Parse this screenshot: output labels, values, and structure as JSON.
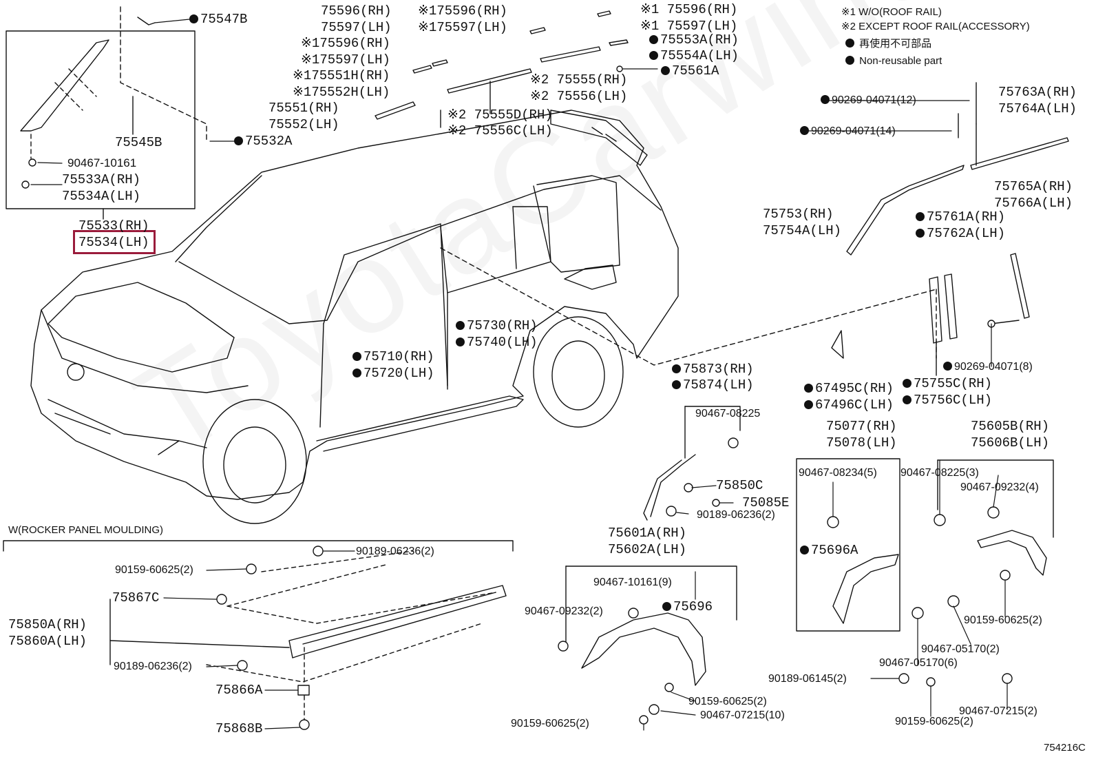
{
  "diagram_code": "754216C",
  "watermark": "ToyotaCarwine.ru",
  "legend": {
    "note1": "※1 W/O(ROOF RAIL)",
    "note2": "※2 EXCEPT ROOF RAIL(ACCESSORY)",
    "non_reusable_jp": "再使用不可部品",
    "non_reusable_en": "Non-reusable part"
  },
  "rocker_section_title": "W(ROCKER PANEL MOULDING)",
  "selected_part": "75534(LH)",
  "parts": {
    "p75547B": "75547B",
    "p75545B": "75545B",
    "p9046710161a": "90467-10161",
    "p75533A": "75533A(RH)",
    "p75534A": "75534A(LH)",
    "p75533": "75533(RH)",
    "p75534": "75534(LH)",
    "p75532A": "75532A",
    "p75596a": "75596(RH)",
    "p75597a": "75597(LH)",
    "p75596b": "※175596(RH)",
    "p75597b": "※175597(LH)",
    "p75596c": "※175596(RH)",
    "p75597c": "※175597(LH)",
    "p75551H": "※175551H(RH)",
    "p75552H": "※175552H(LH)",
    "p75551": "75551(RH)",
    "p75552": "75552(LH)",
    "p75596d": "※1 75596(RH)",
    "p75597d": "※1 75597(LH)",
    "p75553A": "75553A(RH)",
    "p75554A": "75554A(LH)",
    "p75561A": "75561A",
    "p75555": "※2 75555(RH)",
    "p75556": "※2 75556(LH)",
    "p75555D": "※2 75555D(RH)",
    "p75556C": "※2 75556C(LH)",
    "p90269_12": "90269-04071(12)",
    "p90269_14": "90269-04071(14)",
    "p75763A": "75763A(RH)",
    "p75764A": "75764A(LH)",
    "p75765A": "75765A(RH)",
    "p75766A": "75766A(LH)",
    "p75753": "75753(RH)",
    "p75754A": "75754A(LH)",
    "p75761A": "75761A(RH)",
    "p75762A": "75762A(LH)",
    "p75730": "75730(RH)",
    "p75740": "75740(LH)",
    "p75710": "75710(RH)",
    "p75720": "75720(LH)",
    "p90269_8": "90269-04071(8)",
    "p75873": "75873(RH)",
    "p75874": "75874(LH)",
    "p67495C": "67495C(RH)",
    "p67496C": "67496C(LH)",
    "p75755C": "75755C(RH)",
    "p75756C": "75756C(LH)",
    "p9046708225a": "90467-08225",
    "p75077": "75077(RH)",
    "p75078": "75078(LH)",
    "p75605B": "75605B(RH)",
    "p75606B": "75606B(LH)",
    "p9046708234": "90467-08234(5)",
    "p9046708225b": "90467-08225(3)",
    "p9046709232_4": "90467-09232(4)",
    "p75850C": "75850C",
    "p75085E": "75085E",
    "p9018906236a": "90189-06236(2)",
    "p75696A": "75696A",
    "p75601A": "75601A(RH)",
    "p75602A": "75602A(LH)",
    "p9046710161b": "90467-10161(9)",
    "p9046709232_2": "90467-09232(2)",
    "p75696": "75696",
    "p9018906236b": "90189-06236(2)",
    "p9015960625a": "90159-60625(2)",
    "p75867C": "75867C",
    "p75850A": "75850A(RH)",
    "p75860A": "75860A(LH)",
    "p9018906236c": "90189-06236(2)",
    "p75866A": "75866A",
    "p75868B": "75868B",
    "p9015960625b": "90159-60625(2)",
    "p9046707215a": "90467-07215(10)",
    "p9015960625c": "90159-60625(2)",
    "p9015960625d": "90159-60625(2)",
    "p9046705170a": "90467-05170(2)",
    "p9046705170b": "90467-05170(6)",
    "p9018906145": "90189-06145(2)",
    "p9015960625e": "90159-60625(2)",
    "p9046707215b": "90467-07215(2)"
  }
}
